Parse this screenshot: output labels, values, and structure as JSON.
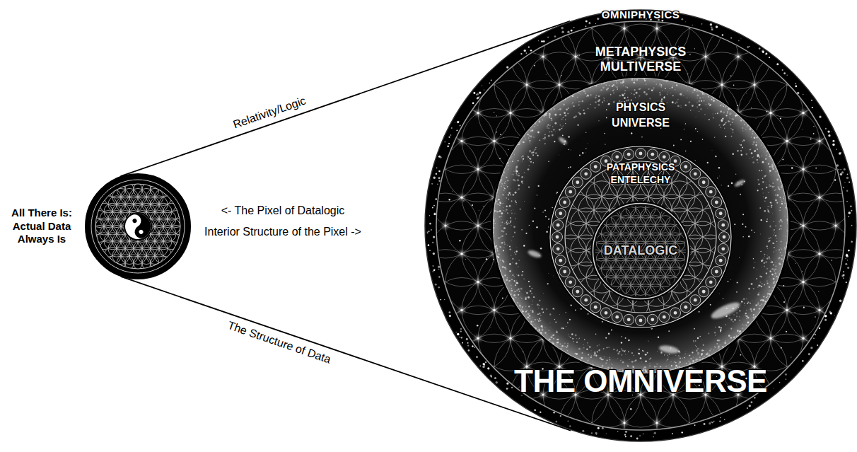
{
  "diagram": {
    "nodes": [
      {
        "text": [
          "All There Is: Actual Data Always Is"
        ]
      },
      {
        "text": [
          "OMNIPHYSICS",
          "THE OMNIVERSE"
        ]
      },
      {
        "text": [
          "METAPHYSICS MULTIVERSE"
        ],
        "in": 1
      },
      {
        "text": [
          "PHYSICS UNIVERSE"
        ],
        "in": 2
      },
      {
        "text": [
          "PATAPHYSICS ENTELECHY"
        ],
        "in": 3
      },
      {
        "text": [
          "DATALOGIC"
        ],
        "in": 4
      }
    ],
    "edges": [
      {
        "from": 0,
        "to": 1,
        "label": "Relativity/Logic",
        "arrow": "none"
      },
      {
        "from": 0,
        "to": 1,
        "label": "The Structure of Data",
        "arrow": "none"
      }
    ],
    "labels": [
      "<- The Pixel of Datalogic",
      "Interior Structure of the Pixel ->"
    ]
  }
}
